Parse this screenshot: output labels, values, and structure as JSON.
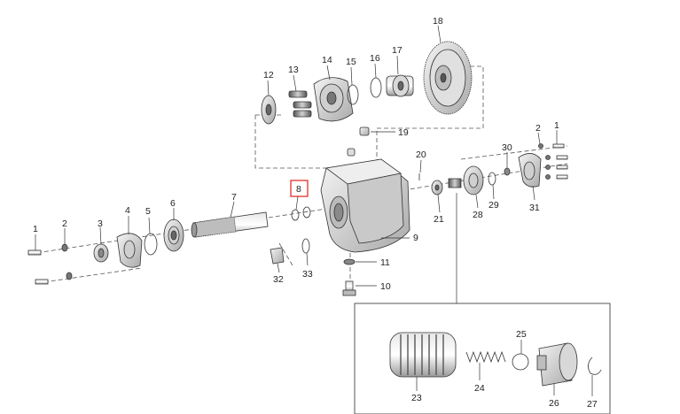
{
  "diagram": {
    "callouts": [
      {
        "id": "p1a",
        "label": "1"
      },
      {
        "id": "p1b",
        "label": "1"
      },
      {
        "id": "p2a",
        "label": "2"
      },
      {
        "id": "p2b",
        "label": "2"
      },
      {
        "id": "p3",
        "label": "3"
      },
      {
        "id": "p4",
        "label": "4"
      },
      {
        "id": "p5",
        "label": "5"
      },
      {
        "id": "p6",
        "label": "6"
      },
      {
        "id": "p7",
        "label": "7"
      },
      {
        "id": "p8",
        "label": "8",
        "highlighted": true
      },
      {
        "id": "p9",
        "label": "9"
      },
      {
        "id": "p10",
        "label": "10"
      },
      {
        "id": "p11",
        "label": "11"
      },
      {
        "id": "p12",
        "label": "12"
      },
      {
        "id": "p13",
        "label": "13"
      },
      {
        "id": "p14",
        "label": "14"
      },
      {
        "id": "p15",
        "label": "15"
      },
      {
        "id": "p16",
        "label": "16"
      },
      {
        "id": "p17",
        "label": "17"
      },
      {
        "id": "p18",
        "label": "18"
      },
      {
        "id": "p19",
        "label": "19"
      },
      {
        "id": "p20",
        "label": "20"
      },
      {
        "id": "p21",
        "label": "21"
      },
      {
        "id": "p23",
        "label": "23"
      },
      {
        "id": "p24",
        "label": "24"
      },
      {
        "id": "p25",
        "label": "25"
      },
      {
        "id": "p26",
        "label": "26"
      },
      {
        "id": "p27",
        "label": "27"
      },
      {
        "id": "p28",
        "label": "28"
      },
      {
        "id": "p29",
        "label": "29"
      },
      {
        "id": "p30",
        "label": "30"
      },
      {
        "id": "p31",
        "label": "31"
      },
      {
        "id": "p32",
        "label": "32"
      },
      {
        "id": "p33",
        "label": "33"
      }
    ],
    "highlight_color": "#e0322b",
    "line_color": "#333333"
  }
}
